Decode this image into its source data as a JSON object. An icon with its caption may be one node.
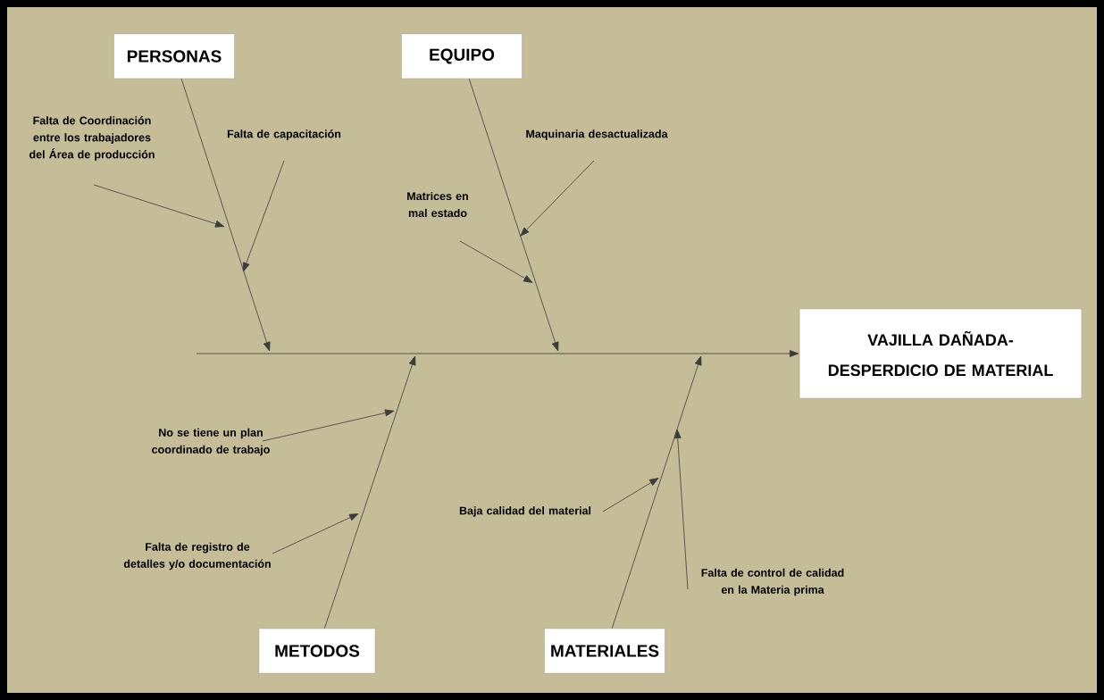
{
  "diagram": {
    "nodes": [
      {
        "text": [
          "PERSONAS"
        ]
      },
      {
        "text": [
          "EQUIPO"
        ]
      },
      {
        "text": [
          "Falta de Coordinación entre los trabajadores del Área de producción"
        ]
      },
      {
        "text": [
          "Falta de capacitación"
        ]
      },
      {
        "text": [
          "Maquinaria desactualizada"
        ]
      },
      {
        "text": [
          "Matrices en mal estado"
        ]
      },
      {
        "text": [
          "VAJILLA DAÑADA-DESPERDICIO DE MATERIAL"
        ]
      },
      {
        "text": [
          "No se tiene un plan coordinado de trabajo"
        ]
      },
      {
        "text": [
          "Baja calidad del material"
        ]
      },
      {
        "text": [
          "Falta de registro de detalles y/o documentación"
        ]
      },
      {
        "text": [
          "Falta de control de calidad en la Materia prima"
        ]
      },
      {
        "text": [
          "METODOS"
        ]
      },
      {
        "text": [
          "MATERIALES"
        ]
      }
    ],
    "edges": [
      {
        "from": null,
        "to": 6,
        "arrow": "to"
      },
      {
        "from": 0,
        "to": null,
        "arrow": "to"
      },
      {
        "from": 1,
        "to": null,
        "arrow": "to"
      },
      {
        "from": 11,
        "to": null,
        "arrow": "to"
      },
      {
        "from": 12,
        "to": null,
        "arrow": "to"
      },
      {
        "from": 2,
        "to": null,
        "arrow": "to"
      },
      {
        "from": 3,
        "to": null,
        "arrow": "to"
      },
      {
        "from": 4,
        "to": null,
        "arrow": "to"
      },
      {
        "from": 5,
        "to": null,
        "arrow": "to"
      },
      {
        "from": 7,
        "to": null,
        "arrow": "to"
      },
      {
        "from": 9,
        "to": null,
        "arrow": "to"
      },
      {
        "from": 8,
        "to": null,
        "arrow": "to"
      },
      {
        "from": 10,
        "to": null,
        "arrow": "to"
      }
    ]
  }
}
